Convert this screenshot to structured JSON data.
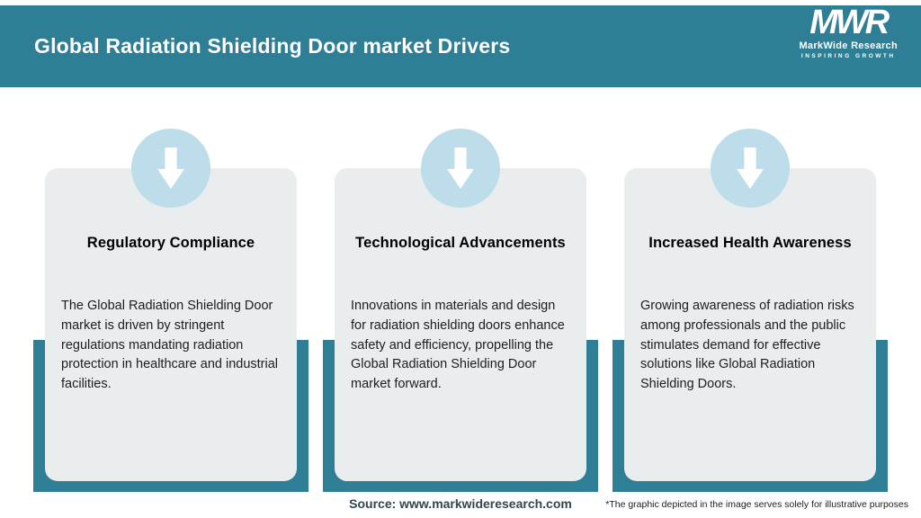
{
  "header": {
    "title": "Global Radiation Shielding Door market Drivers"
  },
  "logo": {
    "acronym": "MWR",
    "name": "MarkWide Research",
    "tagline": "INSPIRING GROWTH"
  },
  "cards": [
    {
      "icon": "down-arrow-icon",
      "title": "Regulatory Compliance",
      "body": "The Global Radiation Shielding Door market is driven by stringent regulations mandating radiation protection in healthcare and industrial facilities."
    },
    {
      "icon": "down-arrow-icon",
      "title": "Technological Advancements",
      "body": "Innovations in materials and design for radiation shielding doors enhance safety and efficiency, propelling the Global Radiation Shielding Door market forward."
    },
    {
      "icon": "down-arrow-icon",
      "title": "Increased Health Awareness",
      "body": "Growing awareness of radiation risks among professionals and the public stimulates demand for effective solutions like Global Radiation Shielding Doors."
    }
  ],
  "footer": {
    "source": "Source: www.markwideresearch.com",
    "disclaimer": "*The graphic depicted in the image serves solely for illustrative purposes"
  },
  "colors": {
    "header-bg": "#2e7e95",
    "card-bg": "#e9edee",
    "circle-bg": "#bcdde9",
    "shadow-bg": "#2e7e95",
    "source-color": "#33454e"
  }
}
